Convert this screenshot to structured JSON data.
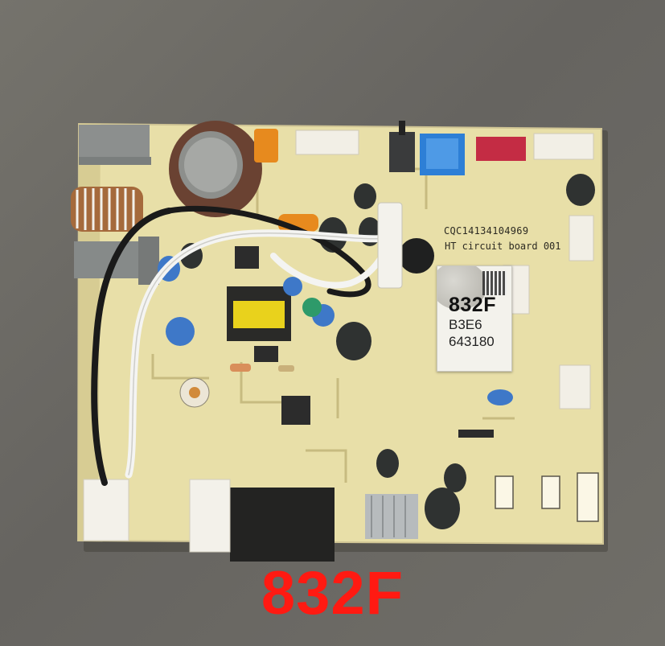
{
  "board": {
    "code": "CQC14134104969",
    "name": "HT circuit board 001"
  },
  "sticker": {
    "model": "832F",
    "line": "B3E6",
    "serial": "643180"
  },
  "caption": "832F",
  "colors": {
    "caption": "#ff1a12",
    "board": "#e8dfa8",
    "background": "#6f6d66"
  }
}
